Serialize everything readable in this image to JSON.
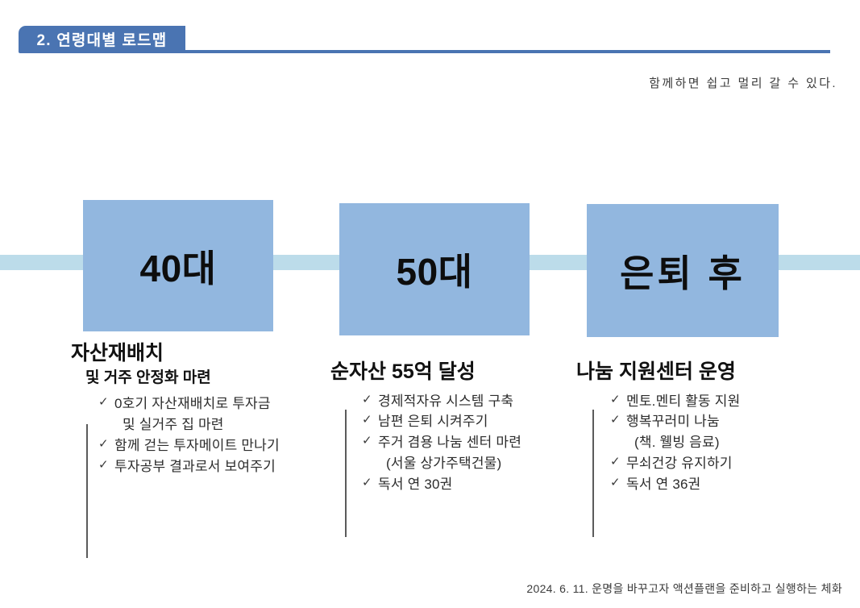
{
  "header": {
    "section_number": "2.",
    "title": "2.  연령대별 로드맵",
    "subtitle": "함께하면 쉽고 멀리 갈 수 있다."
  },
  "timeline": {
    "band_color": "#bcdcea",
    "box_color": "#92b7df",
    "accent_color": "#4a74b2",
    "stages": [
      {
        "label": "40대"
      },
      {
        "label": "50대"
      },
      {
        "label": "은퇴 후"
      }
    ]
  },
  "columns": [
    {
      "heading": "자산재배치",
      "subheading": "및 거주 안정화 마련",
      "bullets": [
        {
          "mark": "✓",
          "text": "0호기 자산재배치로 투자금",
          "continuation": false
        },
        {
          "mark": "",
          "text": "및 실거주 집 마련",
          "continuation": true
        },
        {
          "mark": "✓",
          "text": "함께 걷는 투자메이트 만나기",
          "continuation": false
        },
        {
          "mark": "✓",
          "text": "투자공부 결과로서 보여주기",
          "continuation": false
        }
      ]
    },
    {
      "heading": "순자산 55억 달성",
      "subheading": "",
      "bullets": [
        {
          "mark": "✓",
          "text": "경제적자유 시스템 구축",
          "continuation": false
        },
        {
          "mark": "✓",
          "text": "남편 은퇴 시켜주기",
          "continuation": false
        },
        {
          "mark": "✓",
          "text": "주거 겸용 나눔 센터 마련",
          "continuation": false
        },
        {
          "mark": "",
          "text": "(서울 상가주택건물)",
          "continuation": true
        },
        {
          "mark": "✓",
          "text": "독서 연 30권",
          "continuation": false
        }
      ]
    },
    {
      "heading": "나눔 지원센터 운영",
      "subheading": "",
      "bullets": [
        {
          "mark": "✓",
          "text": "멘토.멘티 활동 지원",
          "continuation": false
        },
        {
          "mark": "✓",
          "text": "행복꾸러미 나눔",
          "continuation": false
        },
        {
          "mark": "",
          "text": "(책. 웰빙 음료)",
          "continuation": true
        },
        {
          "mark": "✓",
          "text": "무쇠건강 유지하기",
          "continuation": false
        },
        {
          "mark": "✓",
          "text": "독서 연 36권",
          "continuation": false
        }
      ]
    }
  ],
  "footer": {
    "note": "2024. 6. 11. 운명을 바꾸고자 액션플랜을 준비하고 실행하는 체화"
  }
}
